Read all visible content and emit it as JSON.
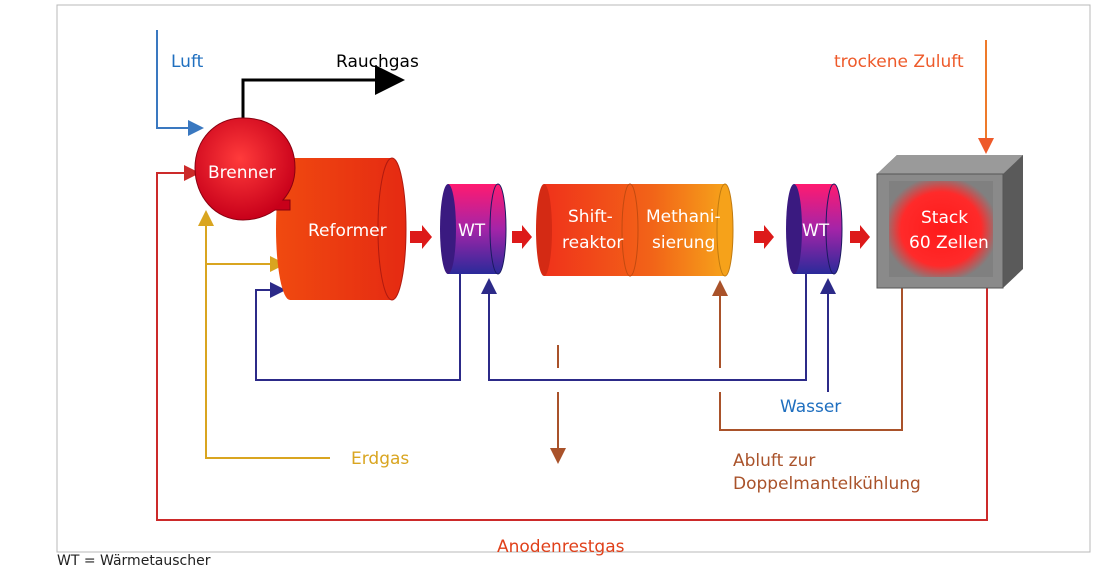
{
  "labels": {
    "luft": "Luft",
    "rauchgas": "Rauchgas",
    "trockene_zuluft": "trockene Zuluft",
    "brenner": "Brenner",
    "reformer": "Reformer",
    "wt1": "WT",
    "shift_line1": "Shift-",
    "shift_line2": "reaktor",
    "meth_line1": "Methani-",
    "meth_line2": "sierung",
    "wt2": "WT",
    "stack_line1": "Stack",
    "stack_line2": "60 Zellen",
    "wasser": "Wasser",
    "erdgas": "Erdgas",
    "abluft_line1": "Abluft zur",
    "abluft_line2": "Doppelmantelkühlung",
    "anodenrestgas": "Anodenrestgas"
  },
  "footnote": "WT = Wärmetauscher",
  "colors": {
    "luft": "#3a78c0",
    "rauchgas": "#000000",
    "zuluft": "#ee5a2a",
    "erdgas": "#d9a520",
    "water_loop": "#2c2a88",
    "abluft": "#a9522a",
    "anode": "#cc2a2a",
    "process_arrow": "#dd1a1a",
    "wasser_text": "#1f6fbf"
  }
}
